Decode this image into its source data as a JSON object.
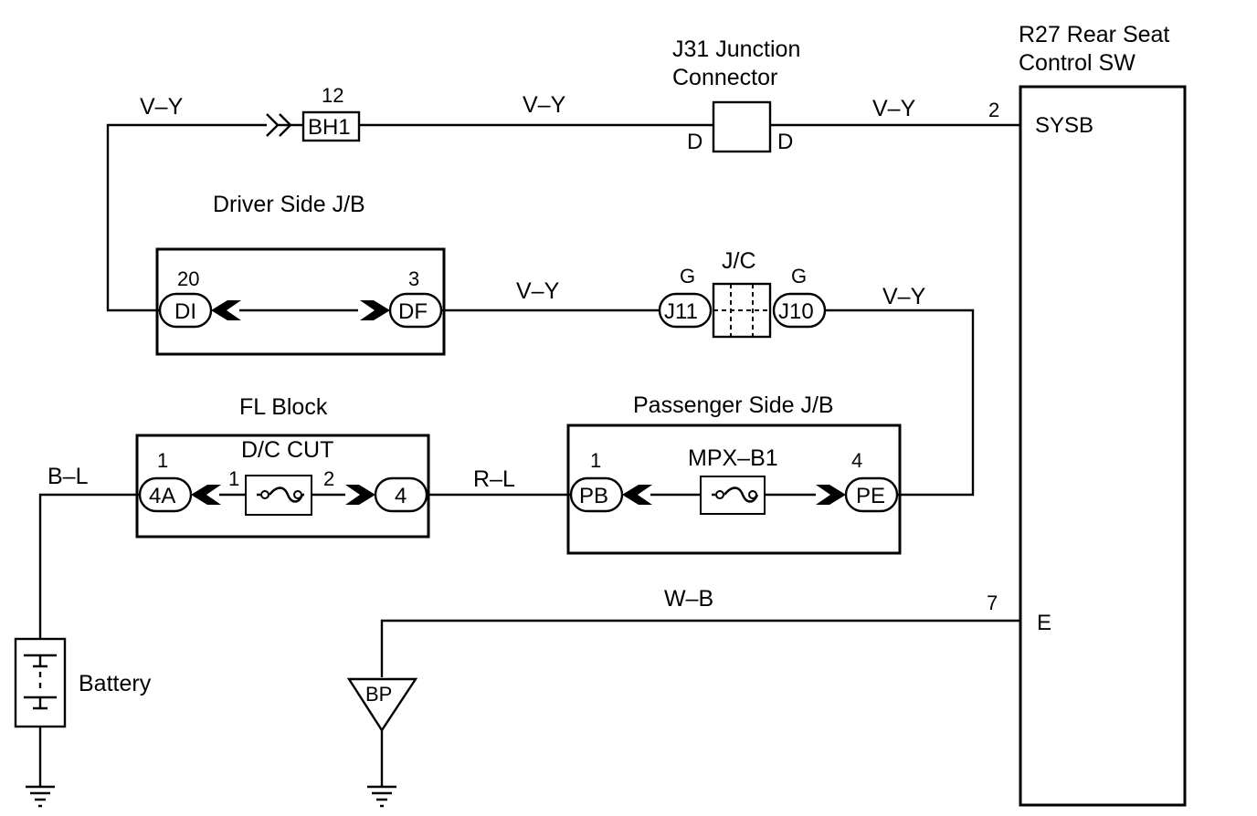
{
  "components": {
    "j31_title_line1": "J31 Junction",
    "j31_title_line2": "Connector",
    "j31_left_pin": "D",
    "j31_right_pin": "D",
    "r27_title_line1": "R27 Rear Seat",
    "r27_title_line2": "Control SW",
    "r27_sysb": "SYSB",
    "r27_e": "E",
    "r27_pin_sysb": "2",
    "r27_pin_e": "7",
    "driver_jb_title": "Driver Side J/B",
    "fl_block_title": "FL Block",
    "passenger_jb_title": "Passenger Side J/B",
    "jc_title": "J/C",
    "battery_label": "Battery",
    "dc_cut_label": "D/C CUT",
    "mpx_label": "MPX–B1"
  },
  "connectors": {
    "bh1": "BH1",
    "bh1_pin": "12",
    "di": "DI",
    "di_pin": "20",
    "df": "DF",
    "df_pin": "3",
    "j11": "J11",
    "j11_color": "G",
    "j10": "J10",
    "j10_color": "G",
    "fl_4a": "4A",
    "fl_4a_pin": "1",
    "fl_4": "4",
    "fuse_dc_pin1": "1",
    "fuse_dc_pin2": "2",
    "pb": "PB",
    "pb_pin": "1",
    "pe": "PE",
    "pe_pin": "4",
    "bp": "BP"
  },
  "wires": {
    "vy_1": "V–Y",
    "vy_2": "V–Y",
    "vy_3": "V–Y",
    "vy_4": "V–Y",
    "vy_5": "V–Y",
    "bl": "B–L",
    "rl": "R–L",
    "wb": "W–B"
  }
}
